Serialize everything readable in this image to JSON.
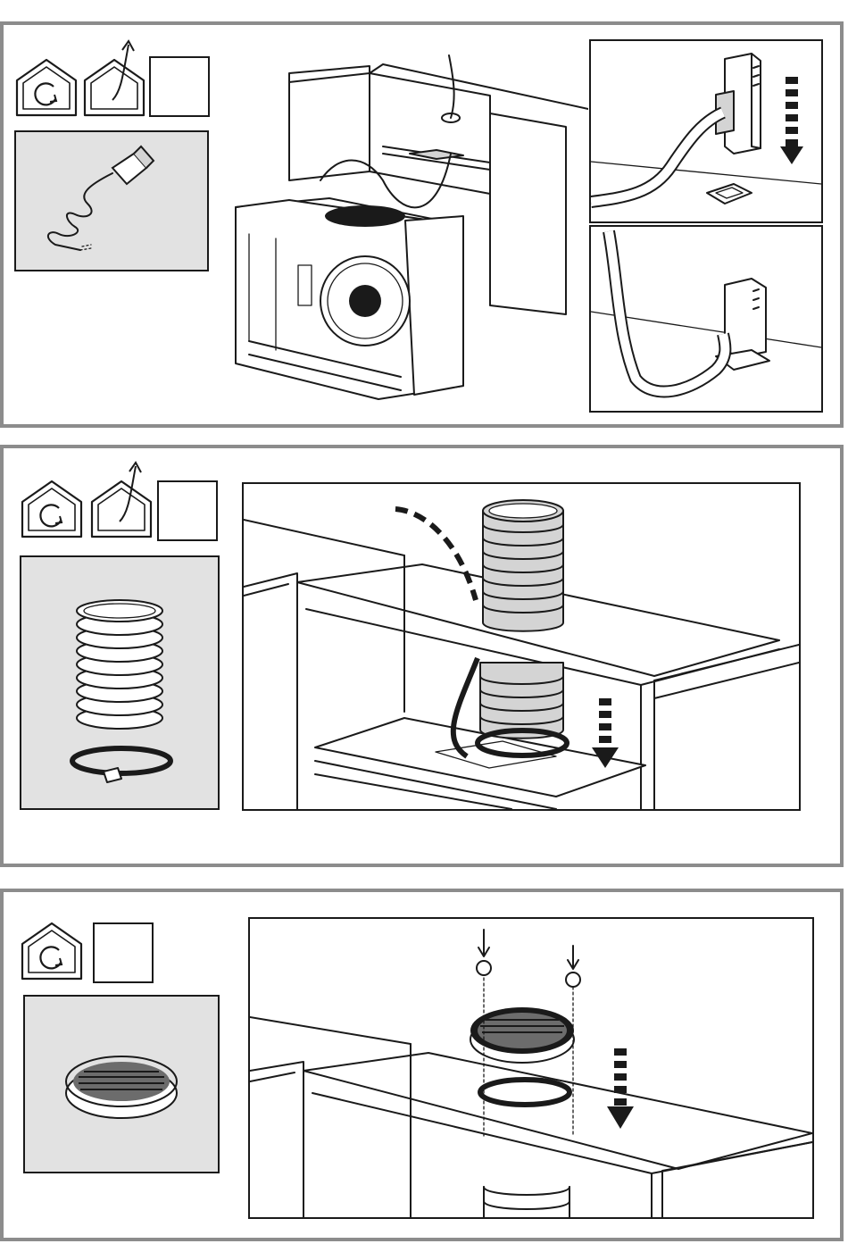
{
  "document": {
    "type": "installation-instructions",
    "steps": [
      {
        "id": "step-1",
        "icons": [
          "recirculation-mode-icon",
          "exhaust-mode-icon",
          "empty-check-box"
        ],
        "part": "power-cord-icon"
      },
      {
        "id": "step-2",
        "icons": [
          "recirculation-mode-icon",
          "exhaust-mode-icon",
          "empty-check-box"
        ],
        "part": "flexible-duct-with-clamp-icon"
      },
      {
        "id": "step-3",
        "icons": [
          "recirculation-mode-icon",
          "empty-check-box"
        ],
        "part": "round-grease-filter-icon"
      }
    ],
    "colors": {
      "panel_border": "#8c8c8c",
      "part_background": "#e2e2e2",
      "line": "#1a1a1a"
    }
  }
}
